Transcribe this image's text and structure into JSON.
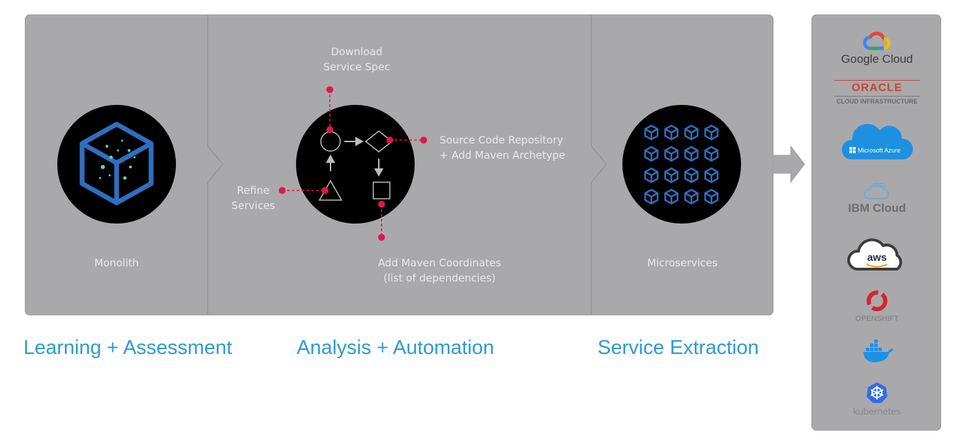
{
  "stages": [
    {
      "label": "Monolith",
      "heading": "Learning + Assessment"
    },
    {
      "label": "Add Maven Coordinates\n(list of dependencies)",
      "heading": "Analysis + Automation"
    },
    {
      "label": "Microservices",
      "heading": "Service Extraction"
    }
  ],
  "analysis": {
    "download": "Download\nService Spec",
    "source": "Source Code Repository\n+ Add Maven Archetype",
    "refine": "Refine\nServices"
  },
  "clouds": {
    "google": "Google Cloud",
    "oracle": "ORACLE",
    "oracle_sub": "CLOUD INFRASTRUCTURE",
    "azure": "Microsoft Azure",
    "ibm_a": "IBM ",
    "ibm_b": "Cloud",
    "aws": "aws",
    "openshift": "OPENSHIFT",
    "kubernetes": "kubernetes"
  },
  "colors": {
    "panel": "#a9a9ab",
    "heading": "#2e9bd0",
    "accent_red": "#e0184a",
    "cube_blue": "#2f6fbf"
  }
}
